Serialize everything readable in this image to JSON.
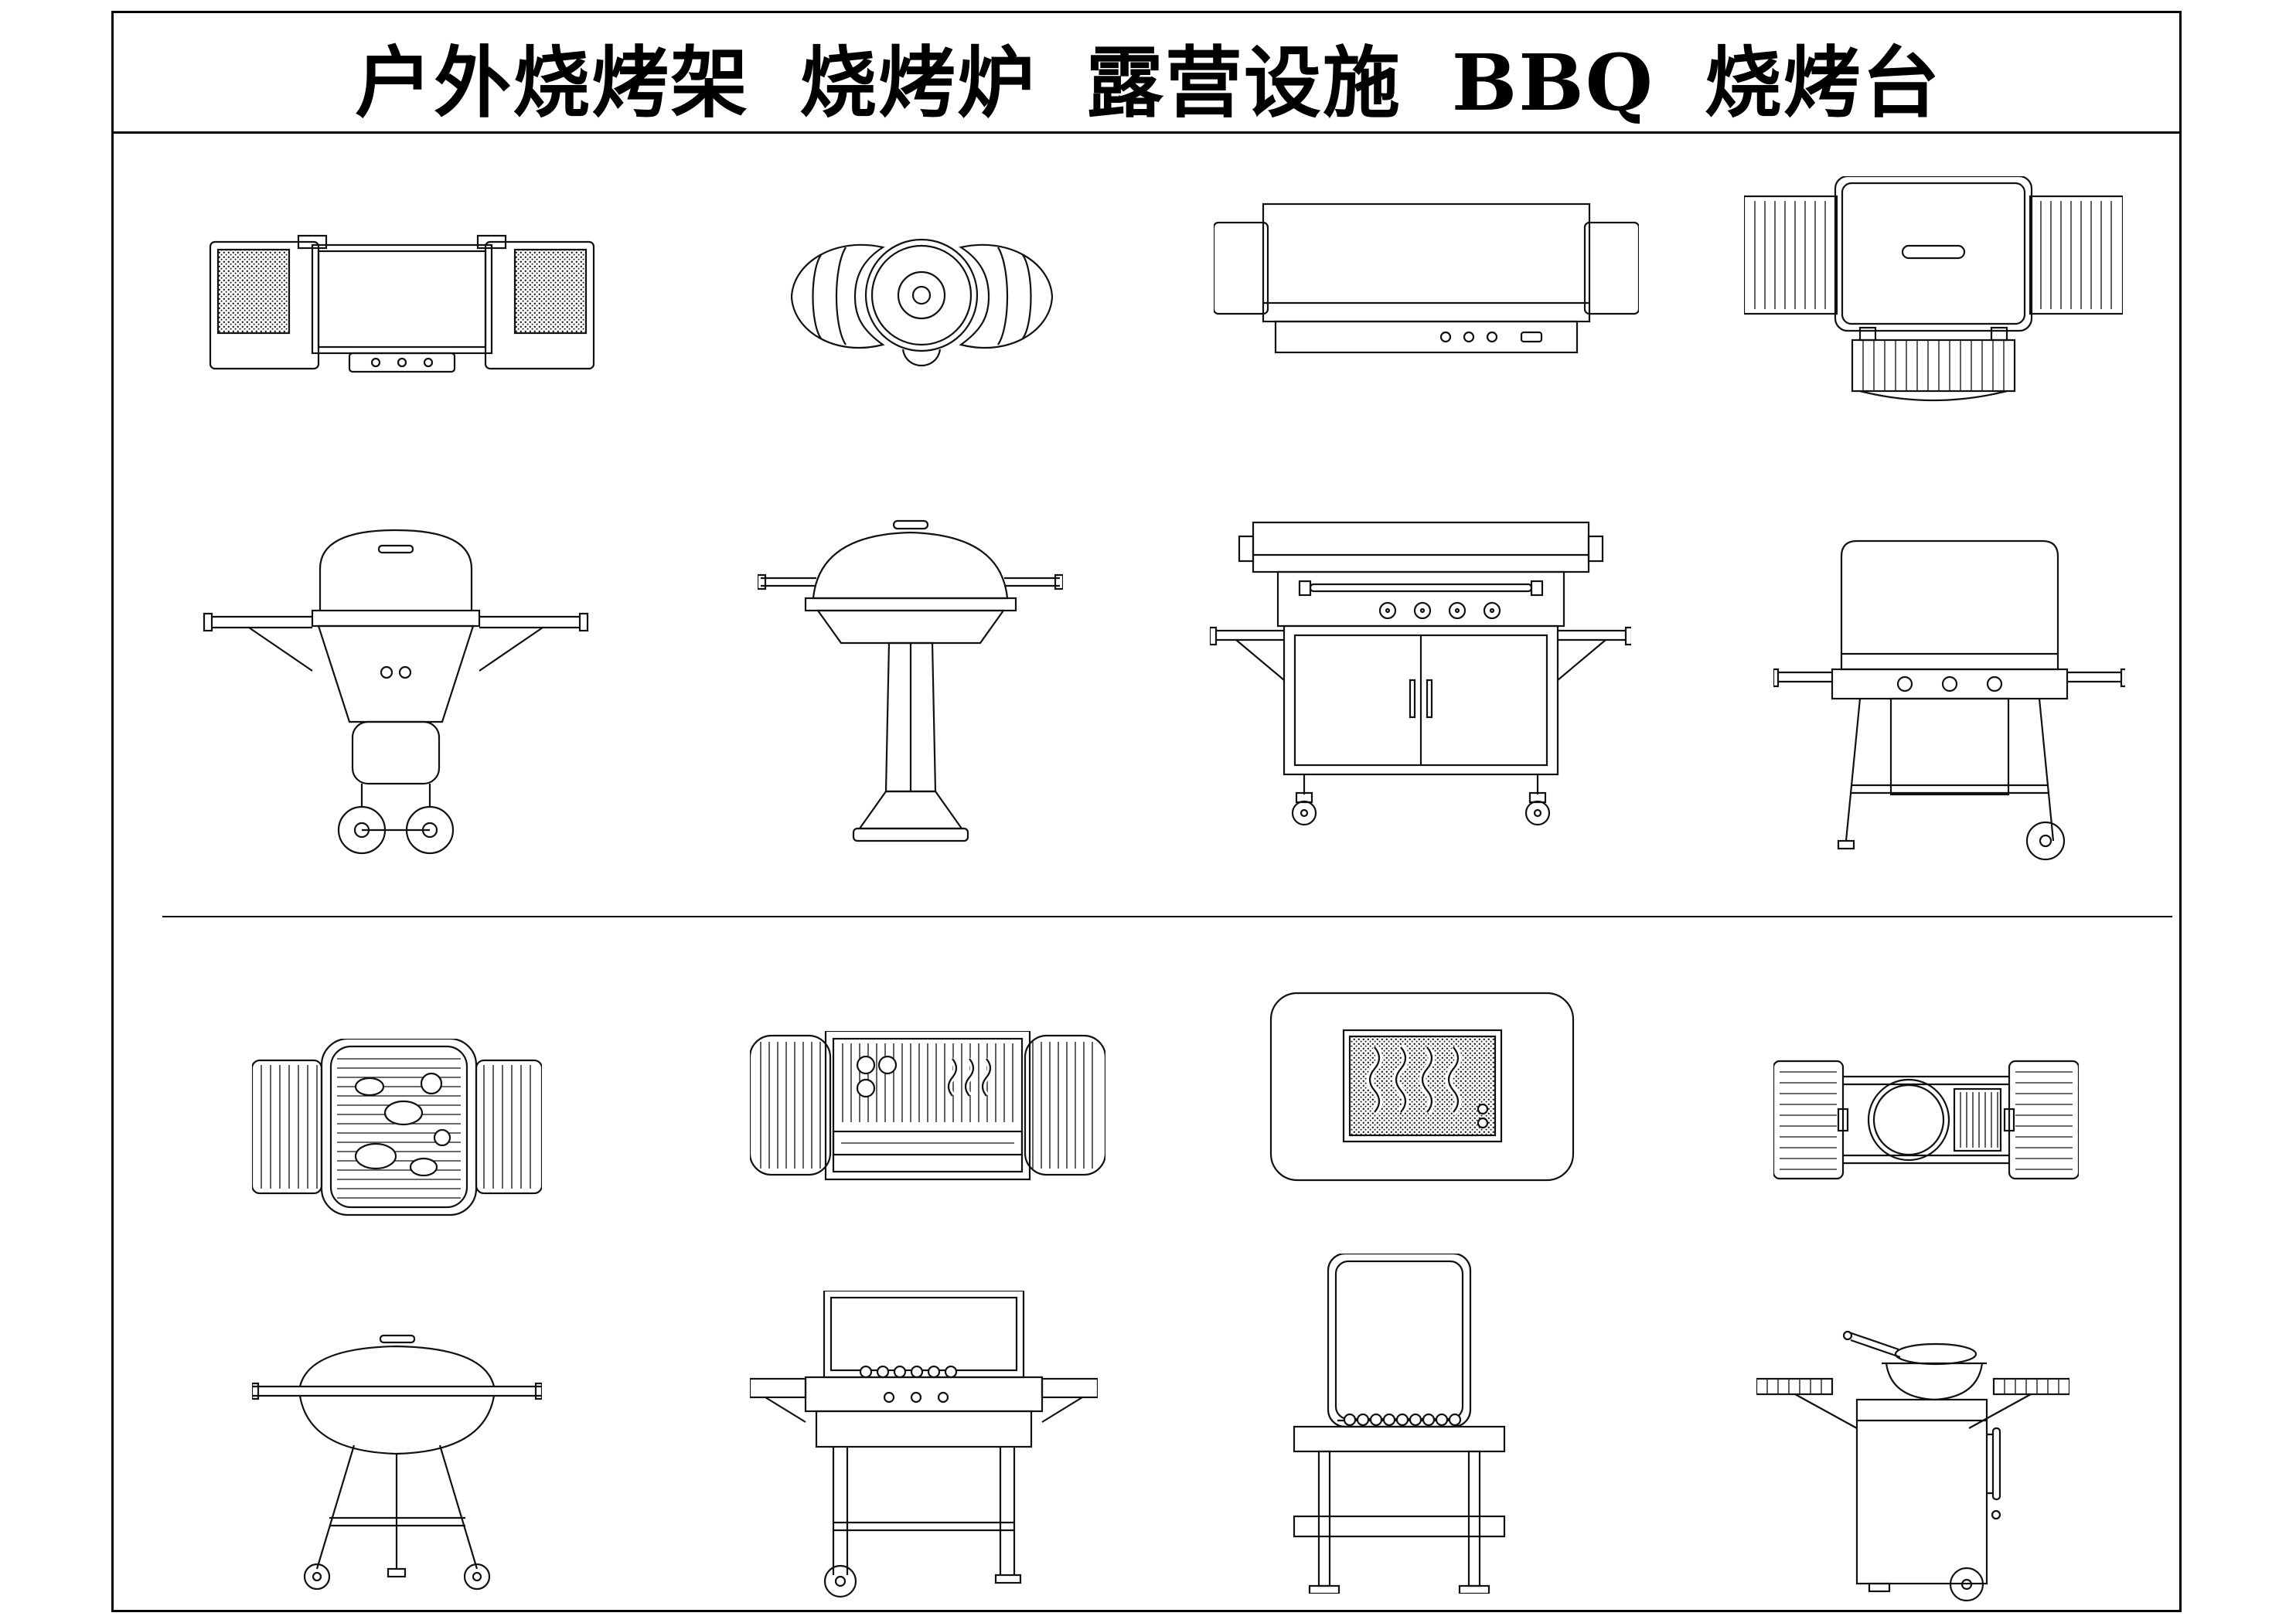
{
  "sheet": {
    "title": "户外烧烤架 烧烤炉 露营设施 BBQ 烧烤台",
    "background_color": "#ffffff",
    "line_color": "#111111"
  },
  "items": [
    {
      "name": "grill-top-view-mesh-side-tables"
    },
    {
      "name": "kettle-grill-top-view-folding-wings"
    },
    {
      "name": "gas-grill-top-view-flat-side-shelves"
    },
    {
      "name": "grill-top-view-slatted-side-tables"
    },
    {
      "name": "kettle-grill-front-view-cart-two-wheels"
    },
    {
      "name": "pedestal-kettle-grill-front-view"
    },
    {
      "name": "gas-grill-cart-front-view-four-knobs"
    },
    {
      "name": "box-grill-front-view-side-shelves-wheel"
    },
    {
      "name": "charcoal-grill-top-view-with-food"
    },
    {
      "name": "grill-top-view-grate-and-sausages"
    },
    {
      "name": "built-in-countertop-grill-top-view"
    },
    {
      "name": "cart-grill-top-view-round-kettle"
    },
    {
      "name": "kettle-grill-front-view-splayed-legs"
    },
    {
      "name": "flat-grill-cart-front-view-open-lid"
    },
    {
      "name": "high-back-grill-front-view-skewers"
    },
    {
      "name": "wok-cart-grill-front-view"
    }
  ]
}
